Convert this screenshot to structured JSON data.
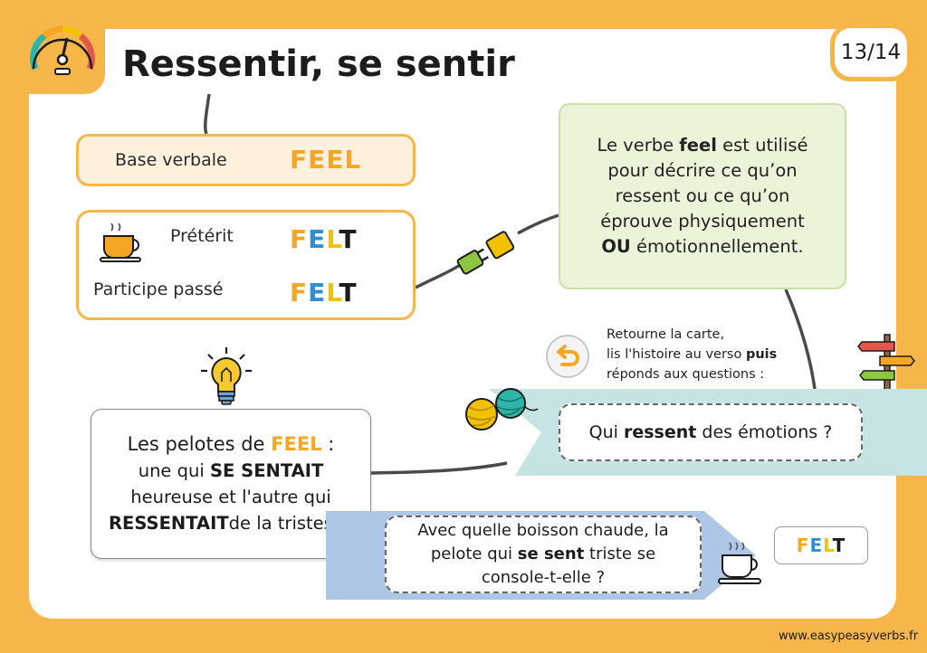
{
  "page": {
    "title": "Ressentir, se sentir",
    "page_indicator": "13/14",
    "website": "www.easypeasyverbs.fr"
  },
  "forms": {
    "base_label": "Base verbale",
    "base_value": "FEEL",
    "preterit_label": "Prétérit",
    "preterit_value": "FELT",
    "participle_label": "Participe passé",
    "participle_value": "FELT"
  },
  "description": {
    "line1_a": "Le verbe ",
    "line1_b": "feel",
    "line1_c": " est utilisé",
    "line2": "pour décrire ce qu’on",
    "line3": "ressent ou ce qu’on",
    "line4": "éprouve physiquement",
    "line5_a": "OU",
    "line5_b": " émotionnellement."
  },
  "story": {
    "line1_a": "Les pelotes de ",
    "line1_b": "FEEL",
    "line1_c": " :",
    "line2_a": "une qui ",
    "line2_b": "SE SENTAIT",
    "line3": "heureuse et l'autre qui",
    "line4_a": "RESSENTAIT",
    "line4_b": "de la tristesse"
  },
  "instructions": {
    "line1": "Retourne la carte,",
    "line2_a": "lis l'histoire au verso ",
    "line2_b": "puis",
    "line3": "réponds aux questions :"
  },
  "question1": {
    "a": "Qui ",
    "b": "ressent",
    "c": " des émotions ?"
  },
  "question2": {
    "line1": "Avec quelle boisson chaude, la",
    "line2_a": "pelote qui ",
    "line2_b": "se sent",
    "line2_c": " triste se",
    "line3": "console-t-elle ?"
  },
  "answer": {
    "value": "FELT"
  },
  "icons": [
    "gauge-icon",
    "tea-cup-icon",
    "plug-icon",
    "light-bulb-icon",
    "undo-arrow-icon",
    "yarn-balls-icon",
    "signpost-icon",
    "coffee-cup-icon"
  ],
  "colors": {
    "accent_orange": "#f7b649",
    "letter_orange": "#f5a623",
    "letter_blue": "#2d8fd4",
    "letter_yellow": "#f2c200",
    "letter_dark": "#1c1c1c",
    "green_box": "#ebf4d8",
    "teal_banner": "#c7e4e5",
    "blue_banner": "#afc7e6"
  }
}
